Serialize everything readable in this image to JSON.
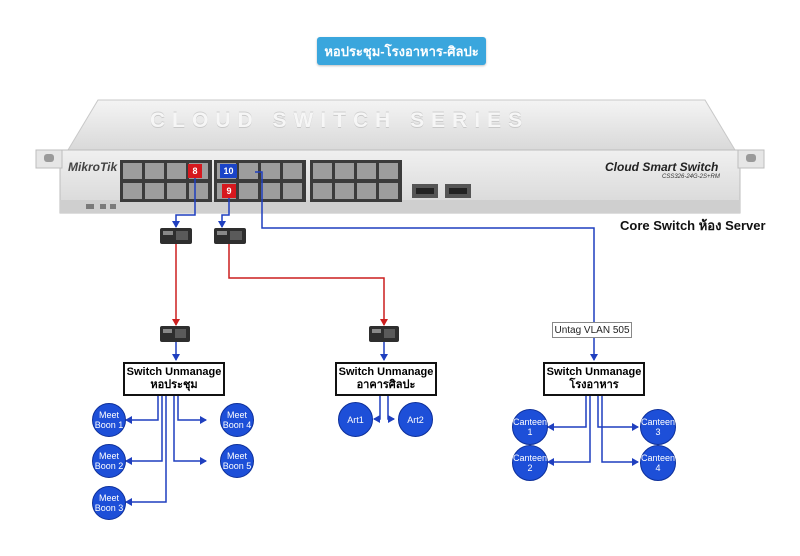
{
  "title": "หอประชุม-โรงอาหาร-ศิลปะ",
  "core_switch": {
    "label": "Core Switch ห้อง Server",
    "brand": "MikroTik",
    "model_title": "Cloud Smart Switch",
    "model_code": "CSS326-24G-2S+RM",
    "series_text": "CLOUD SWITCH SERIES",
    "ports": {
      "p8": "8",
      "p9": "9",
      "p10": "10"
    }
  },
  "vlan_label": "Untag VLAN 505",
  "switches": {
    "hall": {
      "line1": "Switch Unmanage",
      "line2": "หอประชุม"
    },
    "art": {
      "line1": "Switch Unmanage",
      "line2": "อาคารศิลปะ"
    },
    "canteen": {
      "line1": "Switch Unmanage",
      "line2": "โรงอาหาร"
    }
  },
  "nodes": {
    "meet1": {
      "l1": "Meet",
      "l2": "Boon 1"
    },
    "meet2": {
      "l1": "Meet",
      "l2": "Boon 2"
    },
    "meet3": {
      "l1": "Meet",
      "l2": "Boon 3"
    },
    "meet4": {
      "l1": "Meet",
      "l2": "Boon 4"
    },
    "meet5": {
      "l1": "Meet",
      "l2": "Boon 5"
    },
    "art1": {
      "l1": "Art1"
    },
    "art2": {
      "l1": "Art2"
    },
    "canteen1": {
      "l1": "Canteen",
      "l2": "1"
    },
    "canteen2": {
      "l1": "Canteen",
      "l2": "2"
    },
    "canteen3": {
      "l1": "Canteen",
      "l2": "3"
    },
    "canteen4": {
      "l1": "Canteen",
      "l2": "4"
    }
  },
  "colors": {
    "blue_link": "#1f3fbf",
    "red_link": "#cc1f1f",
    "title_bg": "#3aa6dd",
    "node_fill": "#1d4fd8"
  }
}
